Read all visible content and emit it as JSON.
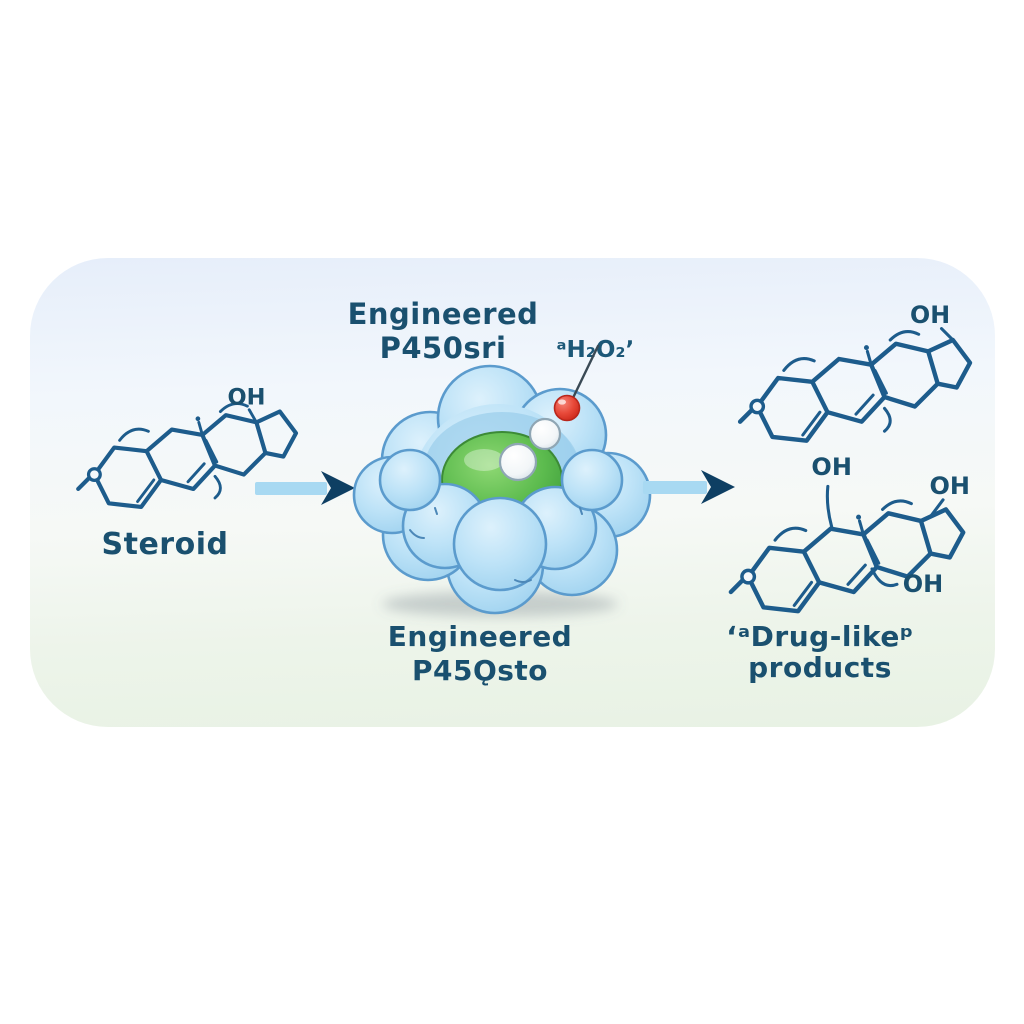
{
  "scene": {
    "substrate": {
      "oh_label": "OH",
      "name": "Steroid"
    },
    "enzyme": {
      "title_top_line1": "Engineered",
      "title_top_line2": "P450sri",
      "title_bottom_line1": "Engineered",
      "title_bottom_line2": "P45Ǫsto",
      "cosubstrate_label": "ᵃH₂O₂ʼ"
    },
    "products": {
      "mol1_oh": "OH",
      "mol2_oh_topleft": "OH",
      "mol2_oh_right": "OH",
      "mol2_oh_bottom": "OH",
      "caption_line1": "ʻᵃDrug-likeᵖ",
      "caption_line2": "products"
    },
    "colors": {
      "text_accent": "#1a506f",
      "molecule_stroke": "#1d5c8c",
      "arrow_shaft": "#a8d9f2",
      "arrow_head": "#0e3f63",
      "enzyme_body": "#b7def6",
      "enzyme_outline": "#5b9bcd",
      "active_site_green": "#52b147",
      "oxygen_red": "#e23b2c",
      "panel_top": "#e6eefa",
      "panel_bottom": "#e8f2e4"
    }
  }
}
